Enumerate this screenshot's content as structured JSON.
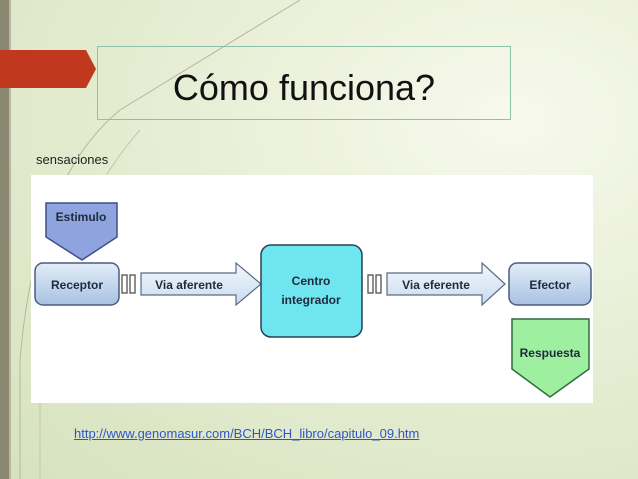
{
  "slide": {
    "title": "Cómo funciona?",
    "subtitle": "sensaciones",
    "link": "http://www.genomasur.com/BCH/BCH_libro/capitulo_09.htm"
  },
  "diagram": {
    "estimulo": "Estimulo",
    "receptor": "Receptor",
    "via_aferente": "Via aferente",
    "centro_line1": "Centro",
    "centro_line2": "integrador",
    "via_eferente": "Via eferente",
    "efector": "Efector",
    "respuesta": "Respuesta"
  },
  "colors": {
    "accent_red": "#c0391f",
    "estimulo_fill": "#8fa3df",
    "node_fill": "#b8cfe9",
    "centro_fill": "#6fe5f0",
    "respuesta_fill": "#9ef0a0",
    "link_color": "#2f56c7"
  }
}
